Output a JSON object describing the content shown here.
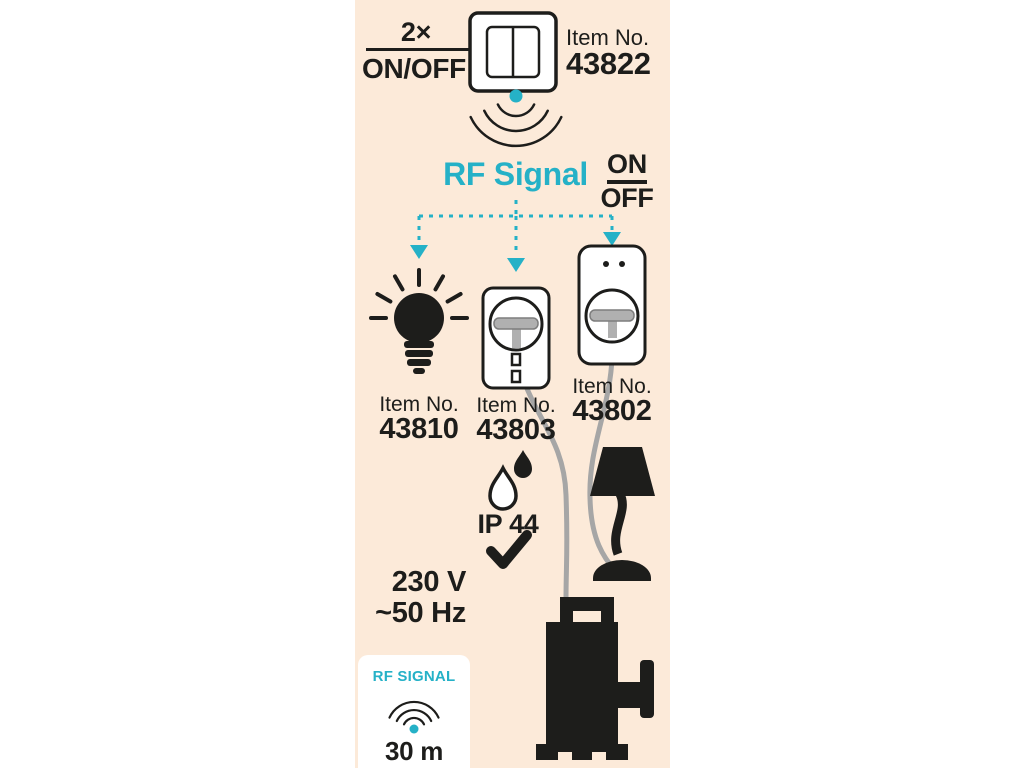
{
  "colors": {
    "panel_bg": "#fcead9",
    "accent": "#25b1c7",
    "ink": "#1d1d1b",
    "cable": "#a6a6a6"
  },
  "transmitter": {
    "count": "2×",
    "onoff": "ON/OFF",
    "item_label": "Item No.",
    "item_no": "43822"
  },
  "rf": {
    "title": "RF Signal",
    "on": "ON",
    "off": "OFF"
  },
  "receivers": {
    "bulb": {
      "item_label": "Item No.",
      "item_no": "43810"
    },
    "outdoor_socket": {
      "item_label": "Item No.",
      "item_no": "43803"
    },
    "indoor_socket": {
      "item_label": "Item No.",
      "item_no": "43802"
    }
  },
  "specs": {
    "ip_rating": "IP 44",
    "voltage": "230 V",
    "frequency": "~50 Hz"
  },
  "range": {
    "label": "RF SIGNAL",
    "value": "30 m"
  }
}
